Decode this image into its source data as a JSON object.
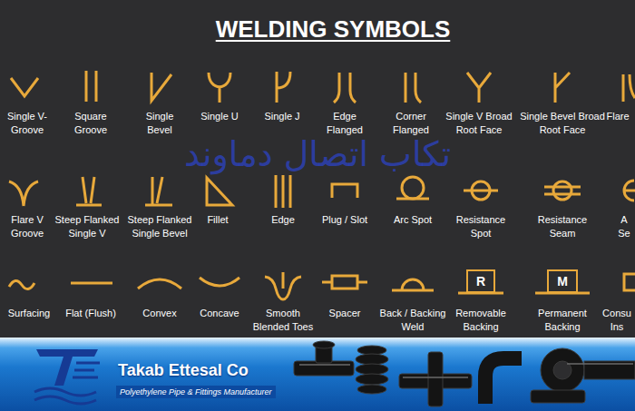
{
  "diagram": {
    "title": "WELDING SYMBOLS",
    "nodes": [
      {
        "text": [
          "R"
        ]
      },
      {
        "text": [
          "M"
        ]
      }
    ],
    "labels": [
      "Single V- Groove",
      "Square Groove",
      "Single Bevel",
      "Single U",
      "Single J",
      "Edge Flanged",
      "Corner Flanged",
      "Single V Broad Root Face",
      "Single Bevel Broad Root Face",
      "Flare",
      "تکاب اتصال دماوند",
      "Flare V Groove",
      "Steep Flanked Single V",
      "Steep Flanked Single Bevel",
      "Fillet",
      "Edge",
      "Plug / Slot",
      "Arc Spot",
      "Resistance Spot",
      "Resistance Seam",
      "A Se",
      "Surfacing",
      "Flat (Flush)",
      "Convex",
      "Concave",
      "Smooth Blended Toes",
      "Spacer",
      "Back / Backing Weld",
      "Removable Backing",
      "Permanent Backing",
      "Consu Ins",
      "Takab Ettesal Co",
      "Polyethylene Pipe & Fittings Manufacturer"
    ]
  }
}
